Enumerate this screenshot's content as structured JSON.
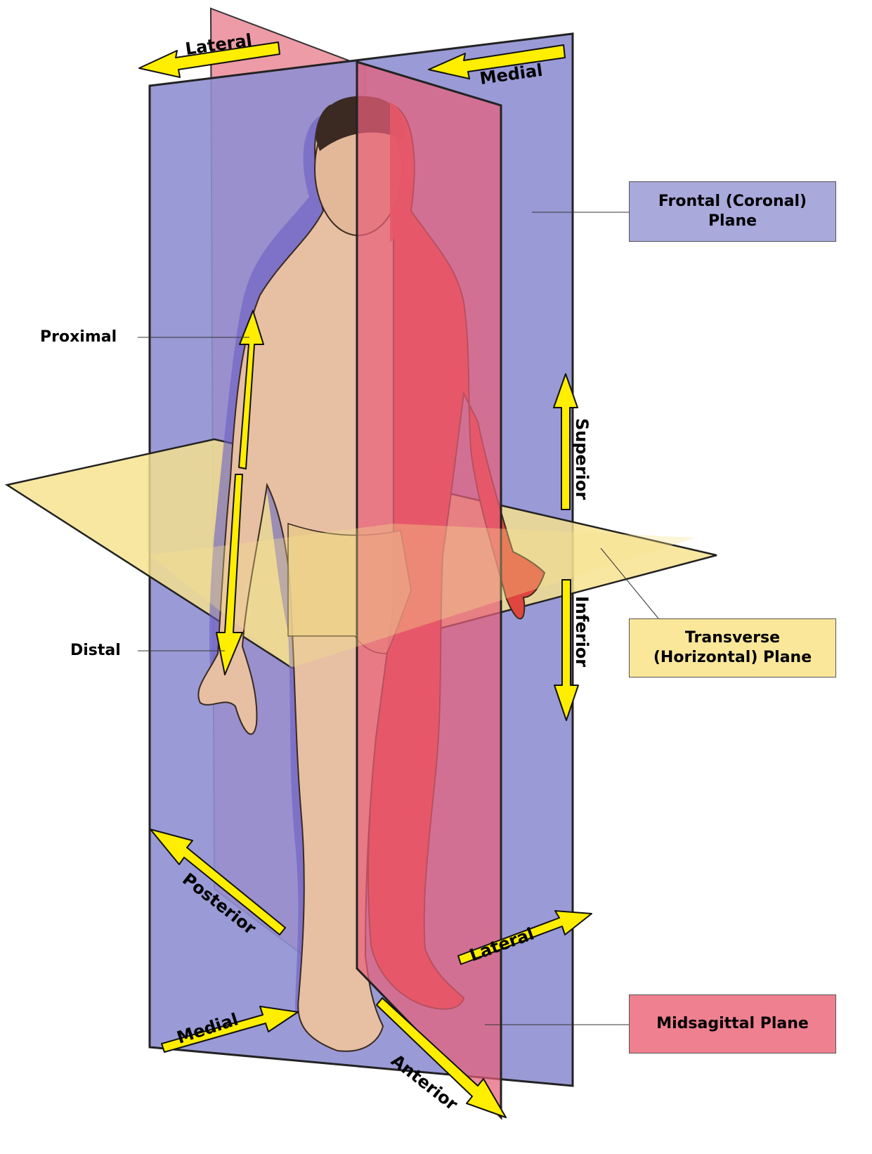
{
  "colors": {
    "frontal_plane": "#8c8cd0",
    "sagittal_plane": "#e8607a",
    "transverse_plane": "#f7e48a",
    "arrow": "#ffee00",
    "skin": "#e9c2a6",
    "red_half": "#e2463e"
  },
  "planes": {
    "frontal": "Frontal (Coronal)\nPlane",
    "transverse": "Transverse\n(Horizontal) Plane",
    "midsagittal": "Midsagittal Plane"
  },
  "side_labels": {
    "proximal": "Proximal",
    "distal": "Distal"
  },
  "arrows": {
    "lateral_top": "Lateral",
    "medial_top": "Medial",
    "superior": "Superior",
    "inferior": "Inferior",
    "posterior": "Posterior",
    "lateral_bottom": "Lateral",
    "medial_bottom": "Medial",
    "anterior": "Anterior"
  }
}
